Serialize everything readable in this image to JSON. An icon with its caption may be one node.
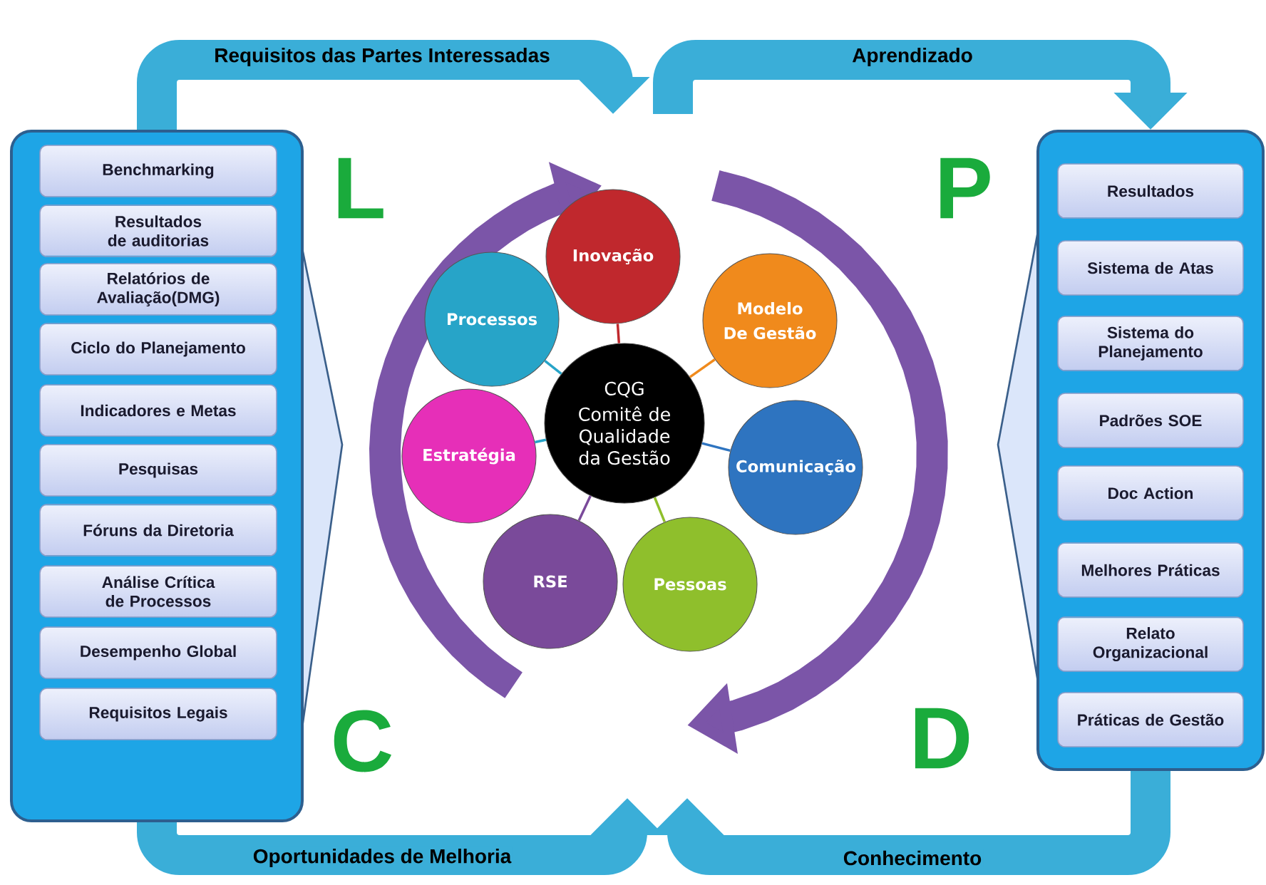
{
  "diagram": {
    "nodes": [
      {
        "text": [],
        "shape": "box"
      },
      {
        "text": [
          "Benchmarking"
        ],
        "in": 0
      },
      {
        "text": [
          "Resultados de auditorias"
        ],
        "in": 0
      },
      {
        "text": [
          "Relatórios de Avaliação(DMG)"
        ],
        "in": 0
      },
      {
        "text": [
          "Ciclo do Planejamento"
        ],
        "in": 0
      },
      {
        "text": [
          "Indicadores e Metas"
        ],
        "in": 0
      },
      {
        "text": [
          "Pesquisas"
        ],
        "in": 0
      },
      {
        "text": [
          "Fóruns da Diretoria"
        ],
        "in": 0
      },
      {
        "text": [
          "Análise Crítica de Processos"
        ],
        "in": 0
      },
      {
        "text": [
          "Desempenho Global"
        ],
        "in": 0
      },
      {
        "text": [
          "Requisitos Legais"
        ],
        "in": 0
      },
      {
        "text": [],
        "shape": "box"
      },
      {
        "text": [
          "Resultados"
        ],
        "in": 11
      },
      {
        "text": [
          "Sistema de Atas"
        ],
        "in": 11
      },
      {
        "text": [
          "Sistema do Planejamento"
        ],
        "in": 11
      },
      {
        "text": [
          "Padrões SOE"
        ],
        "in": 11
      },
      {
        "text": [
          "Doc Action"
        ],
        "in": 11
      },
      {
        "text": [
          "Melhores Práticas"
        ],
        "in": 11
      },
      {
        "text": [
          "Relato Organizacional"
        ],
        "in": 11
      },
      {
        "text": [
          "Práticas de Gestão"
        ],
        "in": 11
      },
      {
        "text": [
          "CQG",
          "Comitê de Qualidade da Gestão"
        ]
      },
      {
        "text": [
          "Processos"
        ]
      },
      {
        "text": [
          "Inovação"
        ]
      },
      {
        "text": [
          "Modelo De Gestão"
        ]
      },
      {
        "text": [
          "Estratégia"
        ]
      },
      {
        "text": [
          "Comunicação"
        ]
      },
      {
        "text": [
          "RSE"
        ]
      },
      {
        "text": [
          "Pessoas"
        ]
      }
    ],
    "edges": [
      {
        "from": 20,
        "to": 21,
        "arrow": "none",
        "color": "#27a4c8"
      },
      {
        "from": 20,
        "to": 22,
        "arrow": "none",
        "color": "#c0282d"
      },
      {
        "from": 20,
        "to": 23,
        "arrow": "none",
        "color": "#f08a1c"
      },
      {
        "from": 20,
        "to": 24,
        "arrow": "none",
        "color": "#27a4c8"
      },
      {
        "from": 20,
        "to": 25,
        "arrow": "none",
        "color": "#2e74c0"
      },
      {
        "from": 20,
        "to": 26,
        "arrow": "none",
        "color": "#7a4a9a"
      },
      {
        "from": 20,
        "to": 27,
        "arrow": "none",
        "color": "#8fbf2c"
      },
      {
        "from": 0,
        "to": null,
        "arrow": "to",
        "label": "Requisitos das Partes Interessadas",
        "style": "thick",
        "color": "#3aaed8"
      },
      {
        "from": null,
        "to": 11,
        "arrow": "to",
        "label": "Aprendizado",
        "style": "thick",
        "color": "#3aaed8"
      },
      {
        "from": 11,
        "to": null,
        "arrow": "to",
        "label": "Conhecimento",
        "style": "thick",
        "color": "#3aaed8"
      },
      {
        "from": 0,
        "to": null,
        "arrow": "to",
        "label": "Oportunidades de Melhoria",
        "style": "thick",
        "color": "#3aaed8"
      }
    ],
    "labels": [
      "L",
      "P",
      "C",
      "D"
    ]
  }
}
